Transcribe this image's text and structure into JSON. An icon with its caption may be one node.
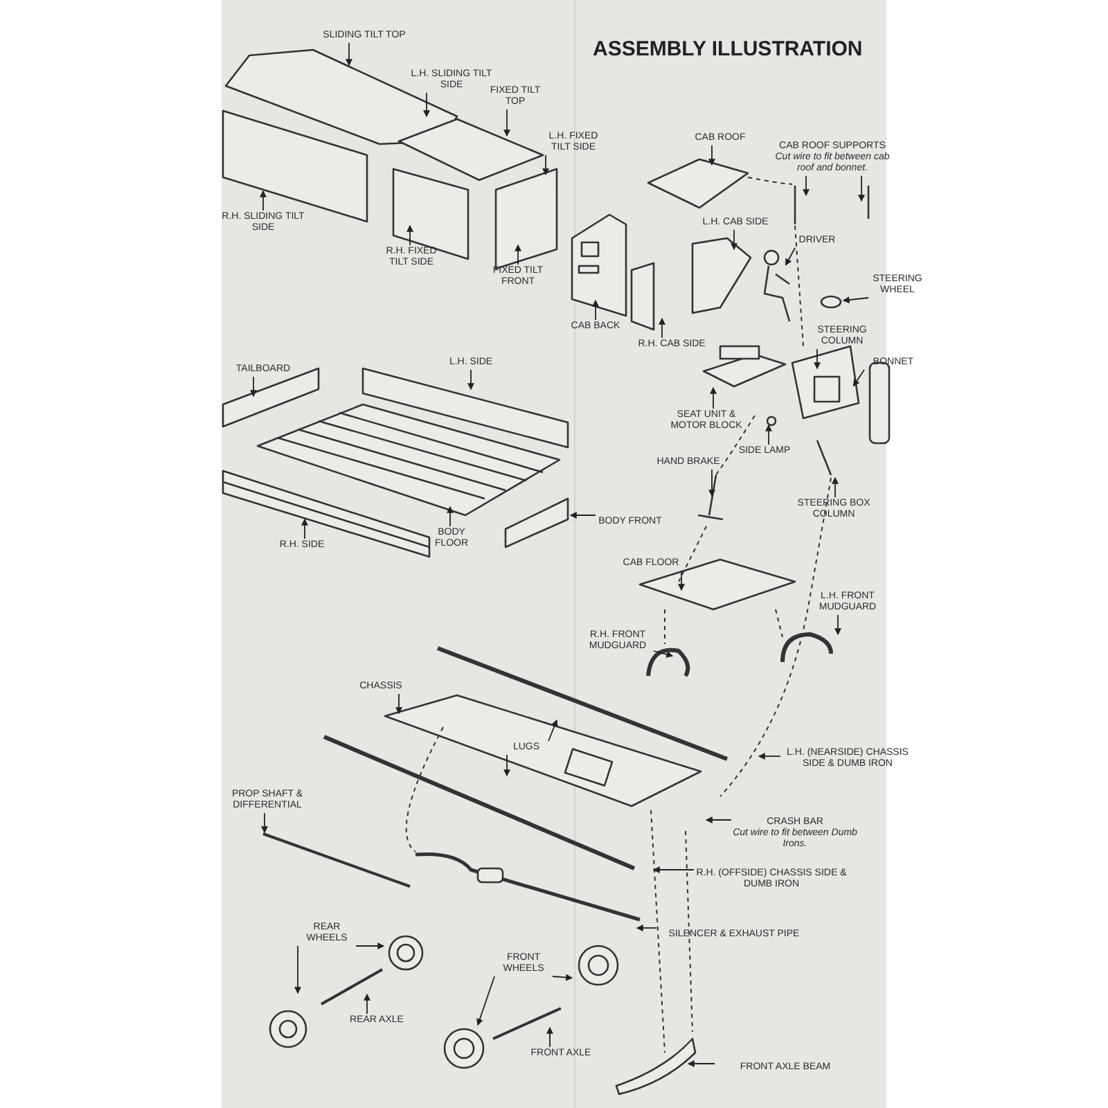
{
  "diagram": {
    "title": "ASSEMBLY ILLUSTRATION",
    "nodes": [
      {
        "text": [
          "SLIDING TILT TOP"
        ]
      },
      {
        "text": [
          "L.H. SLIDING TILT SIDE"
        ]
      },
      {
        "text": [
          "FIXED TILT TOP"
        ]
      },
      {
        "text": [
          "L.H. FIXED TILT SIDE"
        ]
      },
      {
        "text": [
          "R.H. SLIDING TILT SIDE"
        ]
      },
      {
        "text": [
          "R.H. FIXED TILT SIDE"
        ]
      },
      {
        "text": [
          "FIXED TILT FRONT"
        ]
      },
      {
        "text": [
          "CAB ROOF"
        ]
      },
      {
        "text": [
          "CAB ROOF SUPPORTS",
          "Cut wire to fit between cab roof and bonnet."
        ]
      },
      {
        "text": [
          "L.H. CAB SIDE"
        ]
      },
      {
        "text": [
          "DRIVER"
        ]
      },
      {
        "text": [
          "STEERING WHEEL"
        ]
      },
      {
        "text": [
          "CAB BACK"
        ]
      },
      {
        "text": [
          "R.H. CAB SIDE"
        ]
      },
      {
        "text": [
          "STEERING COLUMN"
        ]
      },
      {
        "text": [
          "BONNET"
        ]
      },
      {
        "text": [
          "TAILBOARD"
        ]
      },
      {
        "text": [
          "L.H. SIDE"
        ]
      },
      {
        "text": [
          "SEAT UNIT & MOTOR BLOCK"
        ]
      },
      {
        "text": [
          "SIDE LAMP"
        ]
      },
      {
        "text": [
          "R.H. SIDE"
        ]
      },
      {
        "text": [
          "BODY FLOOR"
        ]
      },
      {
        "text": [
          "HAND BRAKE"
        ]
      },
      {
        "text": [
          "STEERING BOX COLUMN"
        ]
      },
      {
        "text": [
          "BODY FRONT"
        ]
      },
      {
        "text": [
          "CAB FLOOR"
        ]
      },
      {
        "text": [
          "L.H. FRONT MUDGUARD"
        ]
      },
      {
        "text": [
          "R.H. FRONT MUDGUARD"
        ]
      },
      {
        "text": [
          "CHASSIS"
        ]
      },
      {
        "text": [
          "LUGS"
        ]
      },
      {
        "text": [
          "L.H. (NEARSIDE) CHASSIS SIDE & DUMB IRON"
        ]
      },
      {
        "text": [
          "PROP SHAFT & DIFFERENTIAL"
        ]
      },
      {
        "text": [
          "CRASH BAR",
          "Cut wire to fit between Dumb Irons."
        ]
      },
      {
        "text": [
          "R.H. (OFFSIDE) CHASSIS SIDE & DUMB IRON"
        ]
      },
      {
        "text": [
          "SILENCER & EXHAUST PIPE"
        ]
      },
      {
        "text": [
          "REAR WHEELS"
        ]
      },
      {
        "text": [
          "FRONT WHEELS"
        ]
      },
      {
        "text": [
          "REAR AXLE"
        ]
      },
      {
        "text": [
          "FRONT AXLE"
        ]
      },
      {
        "text": [
          "FRONT AXLE BEAM"
        ]
      }
    ],
    "edges": [
      {
        "from": 0,
        "to": null,
        "arrow": "to"
      },
      {
        "from": 1,
        "to": null,
        "arrow": "to"
      },
      {
        "from": 2,
        "to": null,
        "arrow": "to"
      },
      {
        "from": 3,
        "to": null,
        "arrow": "to"
      },
      {
        "from": 4,
        "to": null,
        "arrow": "to"
      },
      {
        "from": 5,
        "to": null,
        "arrow": "to"
      },
      {
        "from": 6,
        "to": null,
        "arrow": "to"
      },
      {
        "from": 7,
        "to": null,
        "arrow": "to"
      },
      {
        "from": 8,
        "to": null,
        "arrow": "to"
      },
      {
        "from": 8,
        "to": null,
        "arrow": "to"
      },
      {
        "from": 9,
        "to": null,
        "arrow": "to"
      },
      {
        "from": 10,
        "to": null,
        "arrow": "to"
      },
      {
        "from": 11,
        "to": null,
        "arrow": "to"
      },
      {
        "from": 12,
        "to": null,
        "arrow": "to"
      },
      {
        "from": 13,
        "to": null,
        "arrow": "to"
      },
      {
        "from": 14,
        "to": null,
        "arrow": "to"
      },
      {
        "from": 15,
        "to": null,
        "arrow": "to"
      },
      {
        "from": 16,
        "to": null,
        "arrow": "to"
      },
      {
        "from": 17,
        "to": null,
        "arrow": "to"
      },
      {
        "from": 18,
        "to": null,
        "arrow": "to"
      },
      {
        "from": 19,
        "to": null,
        "arrow": "to"
      },
      {
        "from": 20,
        "to": null,
        "arrow": "to"
      },
      {
        "from": 21,
        "to": null,
        "arrow": "to"
      },
      {
        "from": 22,
        "to": null,
        "arrow": "to"
      },
      {
        "from": 23,
        "to": null,
        "arrow": "to"
      },
      {
        "from": 24,
        "to": null,
        "arrow": "to"
      },
      {
        "from": 25,
        "to": null,
        "arrow": "to"
      },
      {
        "from": 26,
        "to": null,
        "arrow": "to"
      },
      {
        "from": 27,
        "to": null,
        "arrow": "to"
      },
      {
        "from": 28,
        "to": null,
        "arrow": "to"
      },
      {
        "from": 29,
        "to": null,
        "arrow": "to"
      },
      {
        "from": 29,
        "to": null,
        "arrow": "to"
      },
      {
        "from": 30,
        "to": null,
        "arrow": "to"
      },
      {
        "from": 31,
        "to": null,
        "arrow": "to"
      },
      {
        "from": 32,
        "to": null,
        "arrow": "to"
      },
      {
        "from": 33,
        "to": null,
        "arrow": "to"
      },
      {
        "from": 34,
        "to": null,
        "arrow": "to"
      },
      {
        "from": 35,
        "to": null,
        "arrow": "to"
      },
      {
        "from": 35,
        "to": null,
        "arrow": "to"
      },
      {
        "from": 36,
        "to": null,
        "arrow": "to"
      },
      {
        "from": 36,
        "to": null,
        "arrow": "to"
      },
      {
        "from": 37,
        "to": null,
        "arrow": "to"
      },
      {
        "from": 38,
        "to": null,
        "arrow": "to"
      },
      {
        "from": 39,
        "to": null,
        "arrow": "to"
      }
    ]
  }
}
